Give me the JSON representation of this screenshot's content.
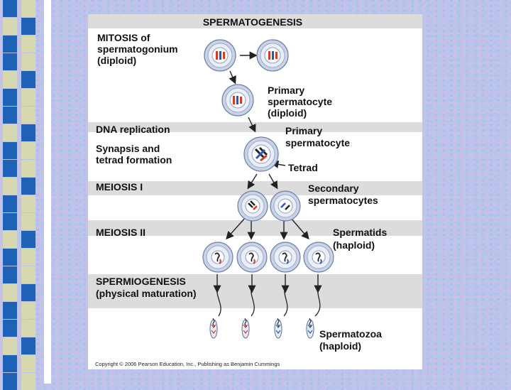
{
  "title": "SPERMATOGENESIS",
  "stages": {
    "mitosis_line1": "MITOSIS of",
    "mitosis_line2": "spermatogonium",
    "mitosis_line3": "(diploid)",
    "dna": "DNA replication",
    "synapsis_line1": "Synapsis and",
    "synapsis_line2": "tetrad formation",
    "meiosis1": "MEIOSIS I",
    "meiosis2": "MEIOSIS II",
    "spermio_line1": "SPERMIOGENESIS",
    "spermio_line2": "(physical maturation)"
  },
  "labels": {
    "primary1_line1": "Primary",
    "primary1_line2": "spermatocyte",
    "primary1_line3": "(diploid)",
    "primary2_line1": "Primary",
    "primary2_line2": "spermatocyte",
    "tetrad": "Tetrad",
    "secondary_line1": "Secondary",
    "secondary_line2": "spermatocytes",
    "spermatids_line1": "Spermatids",
    "spermatids_line2": "(haploid)",
    "spermatozoa_line1": "Spermatozoa",
    "spermatozoa_line2": "(haploid)"
  },
  "copyright": "Copyright © 2006 Pearson Education, Inc., Publishing as Benjamin Cummings",
  "colors": {
    "strip_palette": [
      "#1e62b8",
      "#0a8cc4",
      "#1e2f7a",
      "#d8d8b0",
      "#000000",
      "#2a78c8"
    ],
    "chromosome_red": "#d63a2a",
    "chromosome_blue": "#2b58b8"
  }
}
